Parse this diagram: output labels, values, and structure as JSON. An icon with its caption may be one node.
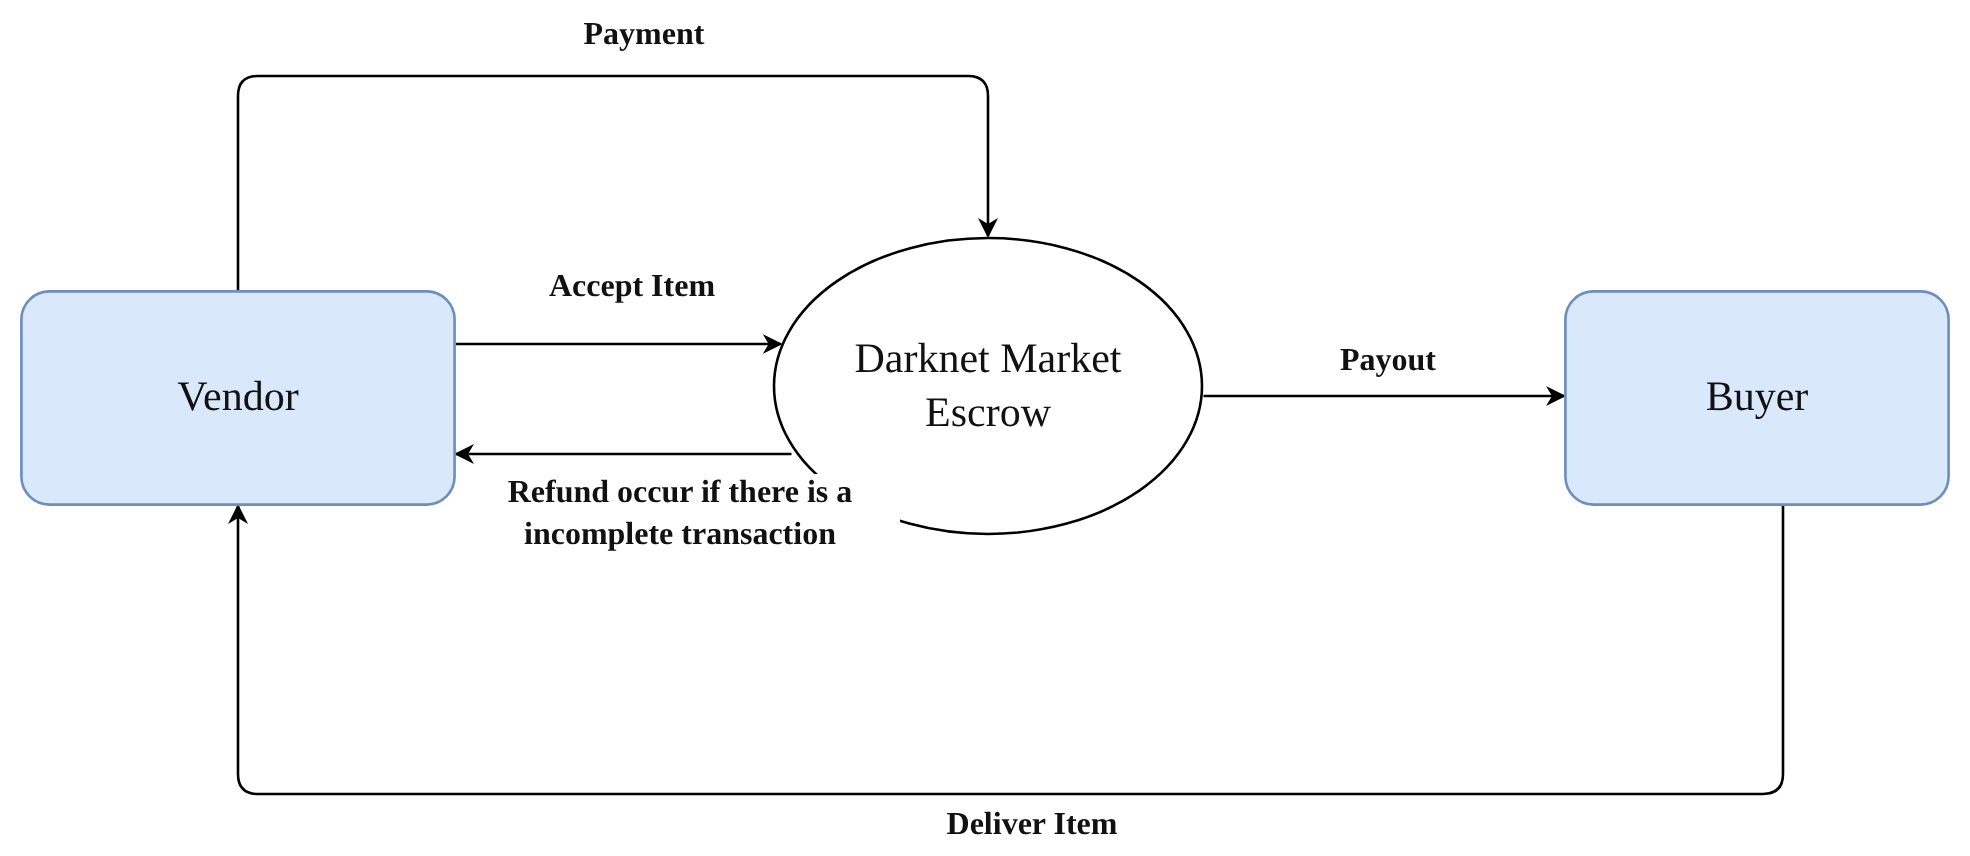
{
  "diagram": {
    "nodes": [
      {
        "text": [
          "Vendor"
        ]
      },
      {
        "text": [
          "Darknet Market Escrow"
        ]
      },
      {
        "text": [
          "Buyer"
        ]
      }
    ],
    "edges": [
      {
        "from": 0,
        "to": 1,
        "arrow": "to",
        "label": "Payment"
      },
      {
        "from": 0,
        "to": 1,
        "arrow": "to",
        "label": "Accept Item"
      },
      {
        "from": 1,
        "to": 0,
        "arrow": "to",
        "label": "Refund occur if there is a incomplete transaction"
      },
      {
        "from": 1,
        "to": 2,
        "arrow": "to",
        "label": "Payout"
      },
      {
        "from": 2,
        "to": 0,
        "arrow": "to",
        "label": "Deliver Item"
      }
    ]
  }
}
